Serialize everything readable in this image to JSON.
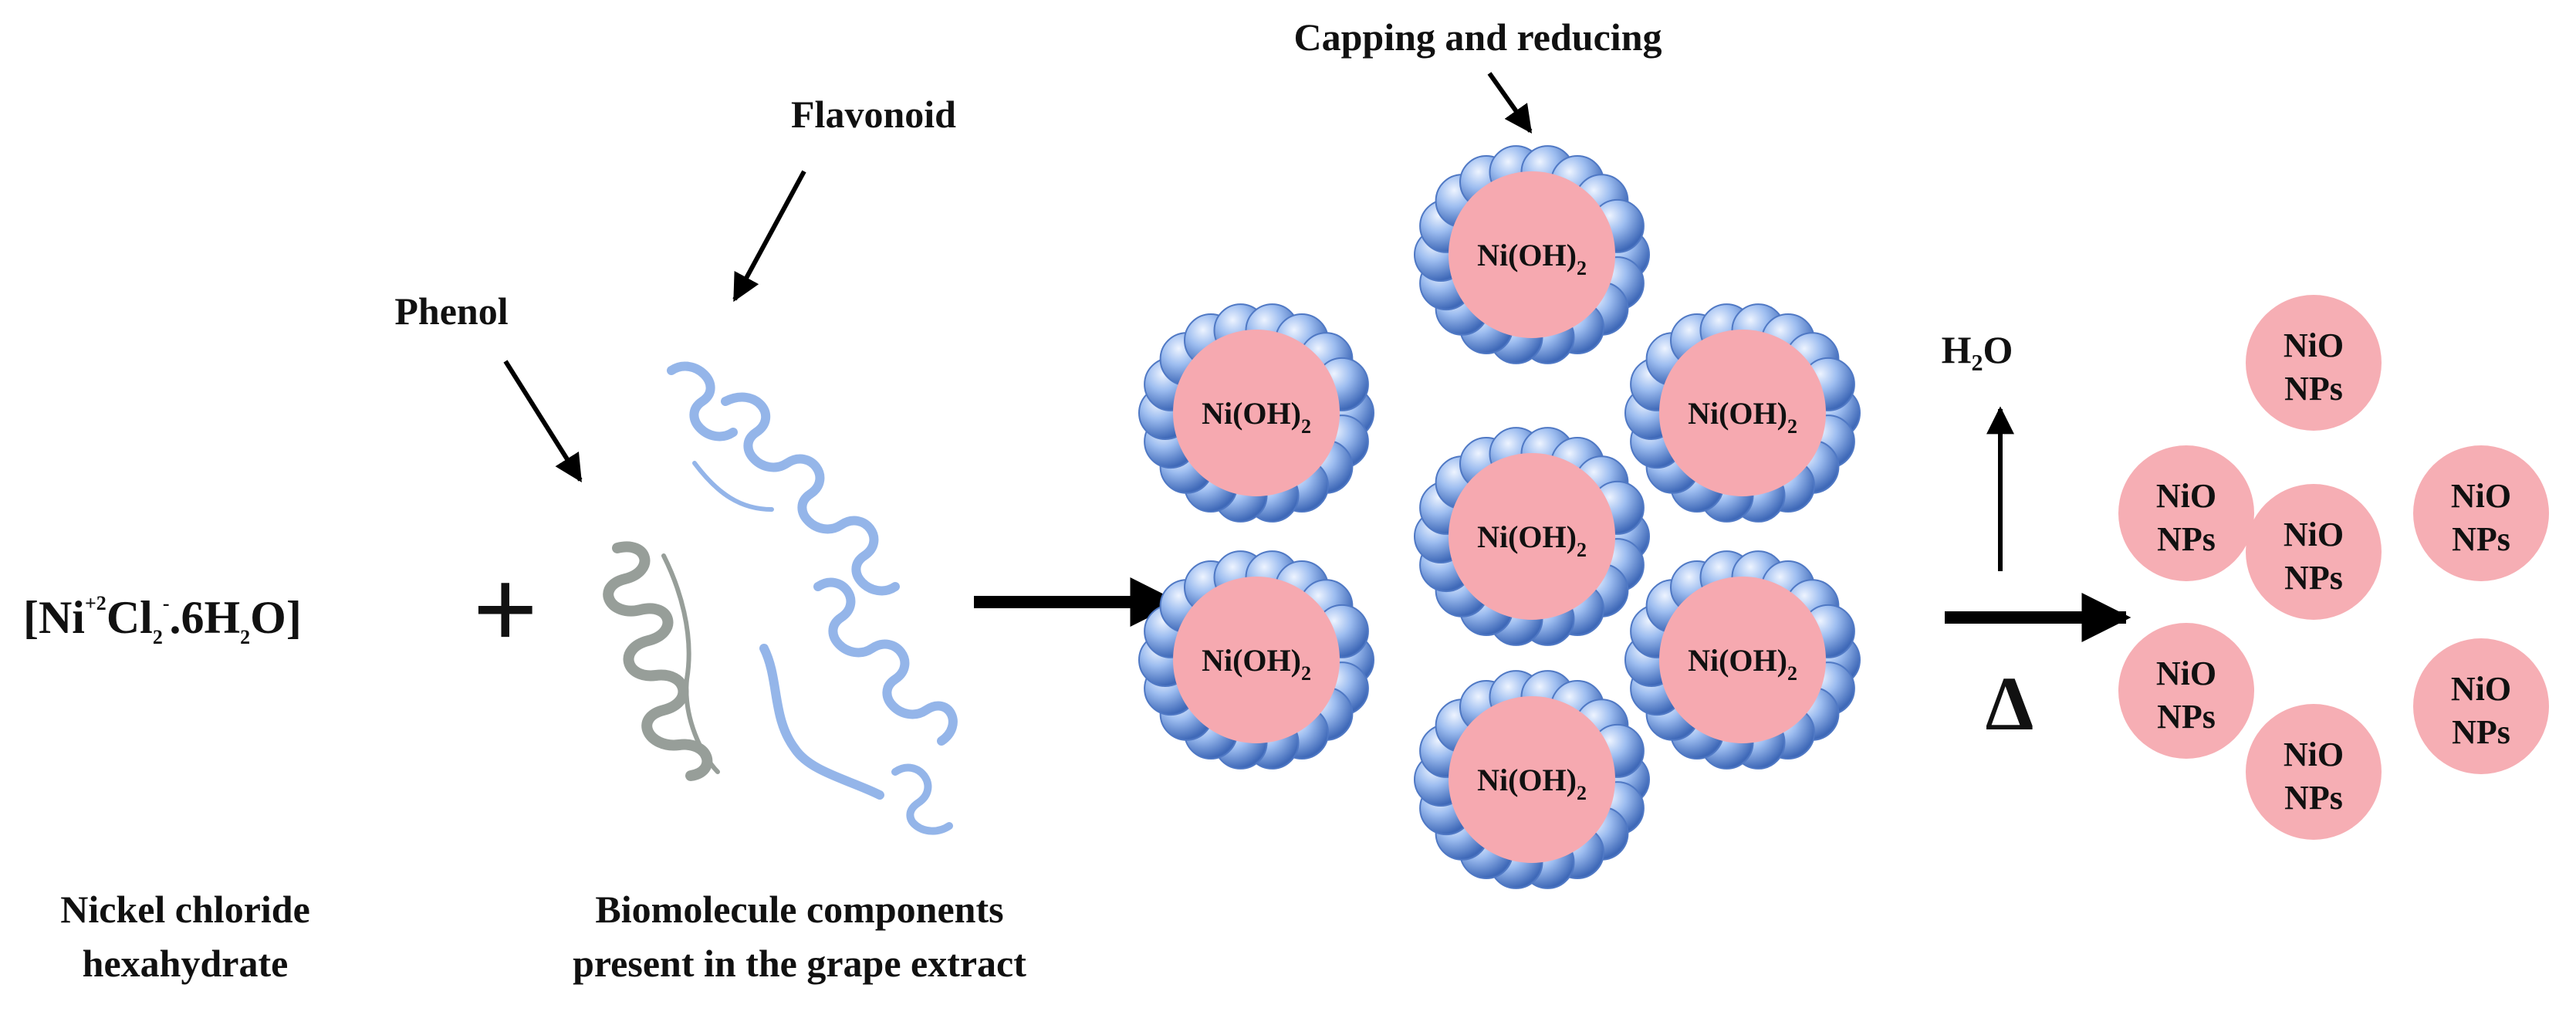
{
  "labels": {
    "capping": "Capping and reducing",
    "flavonoid": "Flavonoid",
    "phenol": "Phenol",
    "water": "H₂O",
    "heat": "Δ"
  },
  "reactant": {
    "formula_prefix": "[Ni",
    "ni_charge": "+2",
    "cl": "Cl",
    "cl_sub": "2",
    "cl_charge": "-",
    "hydrate": ".6H",
    "h_sub": "2",
    "tail": "O]",
    "name_line1": "Nickel chloride",
    "name_line2": "hexahydrate"
  },
  "plus": "+",
  "biomolecule": {
    "caption_line1": "Biomolecule components",
    "caption_line2": "present in the grape extract"
  },
  "intermediate": {
    "label": "Ni(OH)",
    "label_sub": "2"
  },
  "product": {
    "line1": "NiO",
    "line2": "NPs"
  },
  "colors": {
    "core": "#f6a9b0",
    "bead": "#8fb4ea",
    "bead_dark": "#4f78c4",
    "product": "#f6aeb4",
    "protein_blue": "#8fb2e8",
    "protein_gray": "#8c948f",
    "arrow": "#000000"
  }
}
